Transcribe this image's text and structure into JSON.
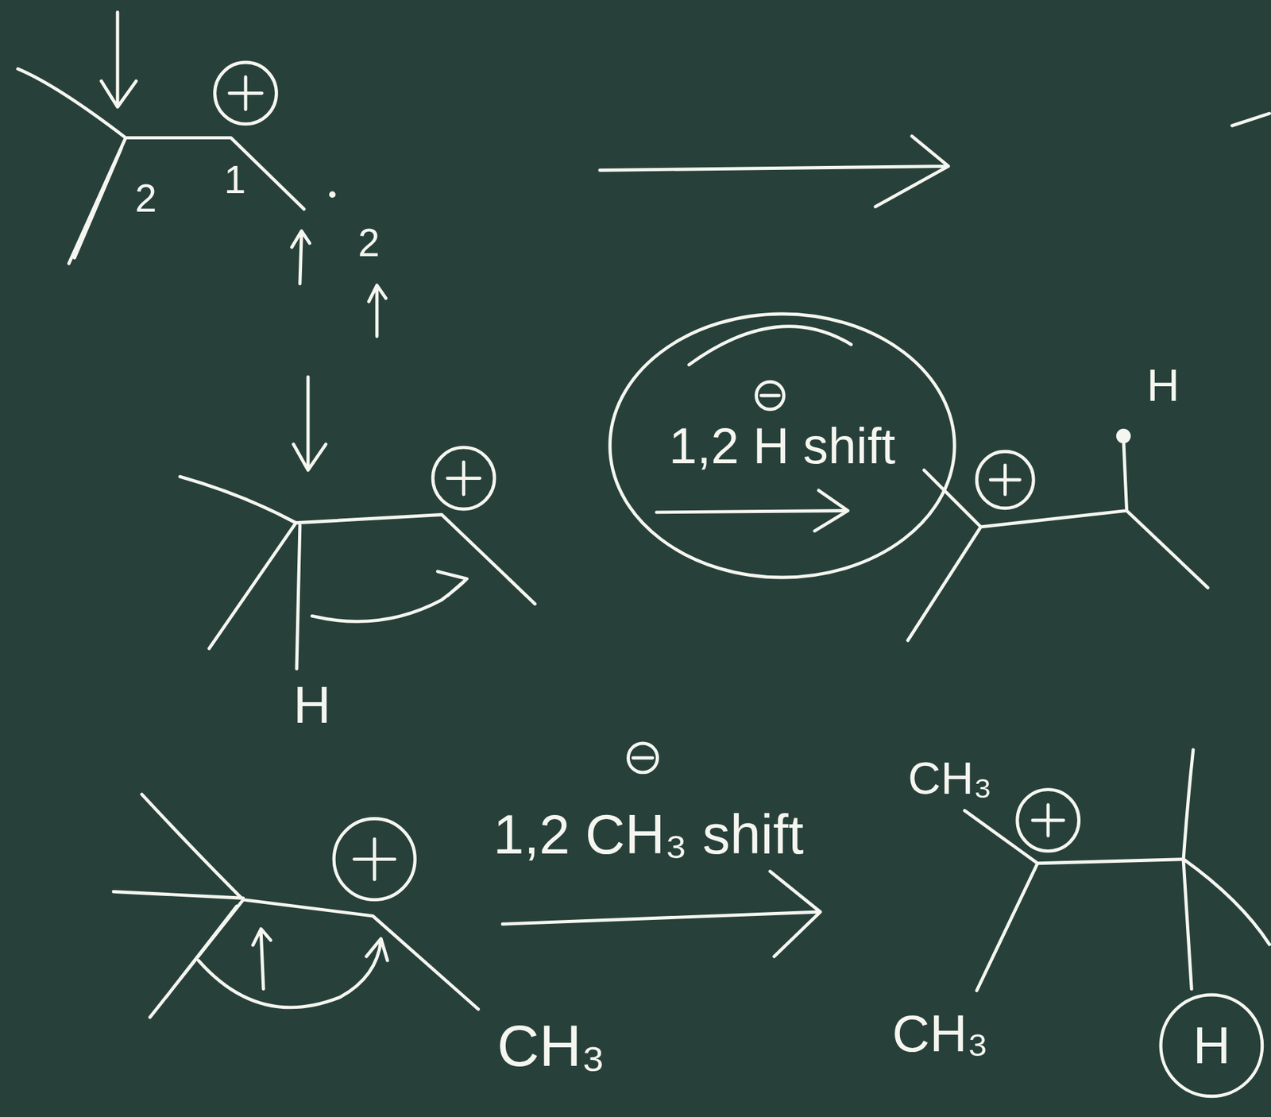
{
  "diagram": {
    "nodes": [
      {
        "text": [
          "1,2 H shift"
        ]
      },
      {
        "text": [
          "H"
        ]
      }
    ],
    "labels": [
      "2",
      "1",
      "2",
      "H",
      "H",
      "1,2 CH₃ shift",
      "CH₃",
      "CH₃",
      "CH₃"
    ]
  }
}
